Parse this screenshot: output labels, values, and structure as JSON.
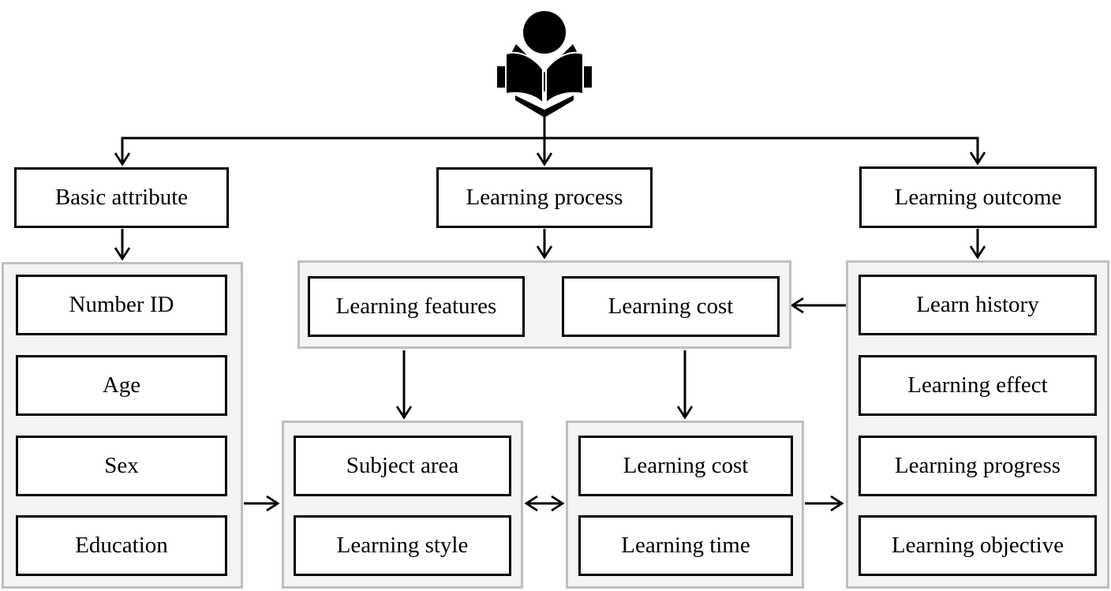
{
  "colors": {
    "box_border": "#000000",
    "box_fill": "#ffffff",
    "group_fill": "#f4f4f4",
    "group_border": "#bfbfbf",
    "arrow": "#000000",
    "icon": "#000000"
  },
  "icon": {
    "name": "person-reading-book"
  },
  "top_nodes": {
    "basic_attribute": "Basic attribute",
    "learning_process": "Learning process",
    "learning_outcome": "Learning outcome"
  },
  "groups": {
    "basic_attribute": {
      "items": [
        "Number ID",
        "Age",
        "Sex",
        "Education"
      ]
    },
    "learning_process": {
      "items": [
        "Learning features",
        "Learning cost"
      ]
    },
    "subject": {
      "items": [
        "Subject area",
        "Learning style"
      ]
    },
    "cost_time": {
      "items": [
        "Learning cost",
        "Learning time"
      ]
    },
    "learning_outcome": {
      "items": [
        "Learn history",
        "Learning effect",
        "Learning progress",
        "Learning objective"
      ]
    }
  }
}
